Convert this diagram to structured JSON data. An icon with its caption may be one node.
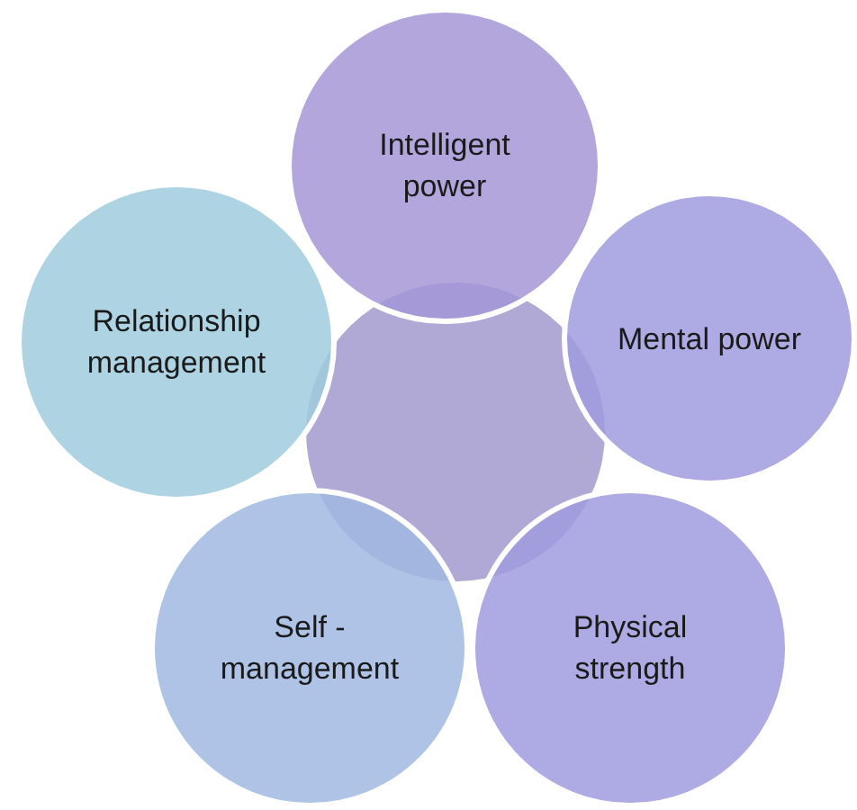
{
  "diagram": {
    "nodes": [
      {
        "text": [],
        "shape": "circle"
      },
      {
        "text": [
          "Intelligent power"
        ]
      },
      {
        "text": [
          "Relationship management"
        ]
      },
      {
        "text": [
          "Mental power"
        ]
      },
      {
        "text": [
          "Self - management"
        ]
      },
      {
        "text": [
          "Physical strength"
        ]
      }
    ]
  }
}
